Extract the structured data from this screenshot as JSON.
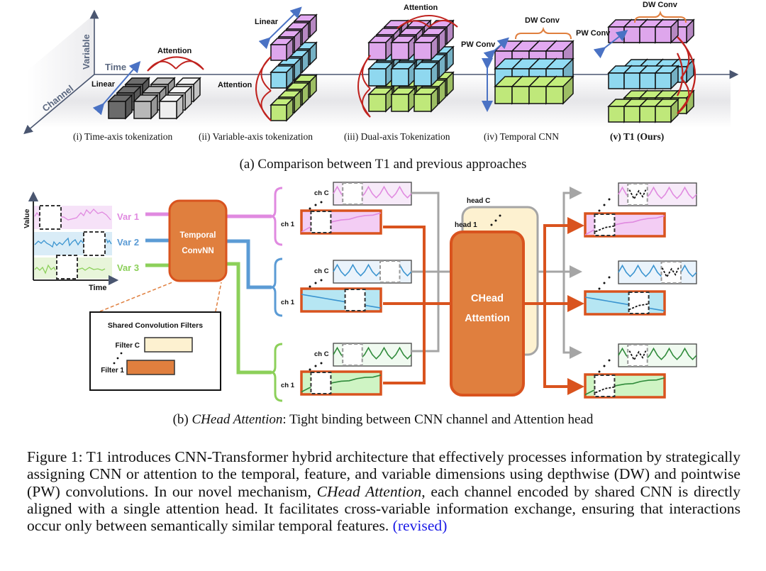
{
  "panel_a": {
    "axes": {
      "variable": "Variable",
      "time": "Time",
      "channel": "Channel"
    },
    "approaches": [
      {
        "id": "i",
        "caption": "(i) Time-axis tokenization",
        "labels": {
          "top": "Attention",
          "left": "Linear"
        }
      },
      {
        "id": "ii",
        "caption": "(ii) Variable-axis tokenization",
        "labels": {
          "top": "Linear",
          "left": "Attention"
        }
      },
      {
        "id": "iii",
        "caption": "(iii) Dual-axis Tokenization",
        "labels": {
          "top": "Attention"
        }
      },
      {
        "id": "iv",
        "caption": "(iv) Temporal CNN",
        "labels": {
          "top": "DW Conv",
          "left": "PW Conv"
        }
      },
      {
        "id": "v",
        "caption": "(v) T1 (Ours)",
        "labels": {
          "top": "DW Conv",
          "left": "PW Conv"
        }
      }
    ],
    "caption": "(a) Comparison between T1 and previous approaches"
  },
  "panel_b": {
    "input_plot": {
      "y_label": "Value",
      "x_label": "Time"
    },
    "variables": [
      {
        "label": "Var 1",
        "color": "#e08ae0"
      },
      {
        "label": "Var 2",
        "color": "#5b9bd5"
      },
      {
        "label": "Var 3",
        "color": "#8cd05a"
      }
    ],
    "encoder": {
      "line1": "Temporal",
      "line2": "ConvNN"
    },
    "filters_box": {
      "title": "Shared Convolution Filters",
      "filter_c": "Filter C",
      "filter_1": "Filter 1"
    },
    "channels": {
      "ch_c": "ch C",
      "ch_1": "ch 1"
    },
    "heads": {
      "head_c": "head C",
      "head_1": "head 1"
    },
    "attention": {
      "line1": "CHead",
      "line2": "Attention"
    },
    "caption_italic": "CHead Attention",
    "caption_rest": ": Tight binding between CNN channel and Attention head",
    "caption_prefix": "(b) "
  },
  "colors": {
    "orange": "#e07f3e",
    "orange_border": "#d9531e",
    "pink": "#dea6ec",
    "cyan": "#8fd8ef",
    "green": "#bfe87a",
    "cream": "#fdf1d0",
    "gray_link": "#a5a5a5",
    "revised_link": "#1a1ae6"
  },
  "figure_caption": {
    "prefix": "Figure 1: T1 introduces CNN-Transformer hybrid architecture that effectively processes information by strategically assigning CNN or attention to the temporal, feature, and variable dimensions using depthwise (DW) and pointwise (PW) convolutions. In our novel mechanism, ",
    "italic": "CHead Attention",
    "middle": ", each channel encoded by shared CNN is directly aligned with a single attention head. It facilitates cross-variable information exchange, ensuring that interactions occur only between semantically similar temporal features. ",
    "link": "(revised)"
  }
}
